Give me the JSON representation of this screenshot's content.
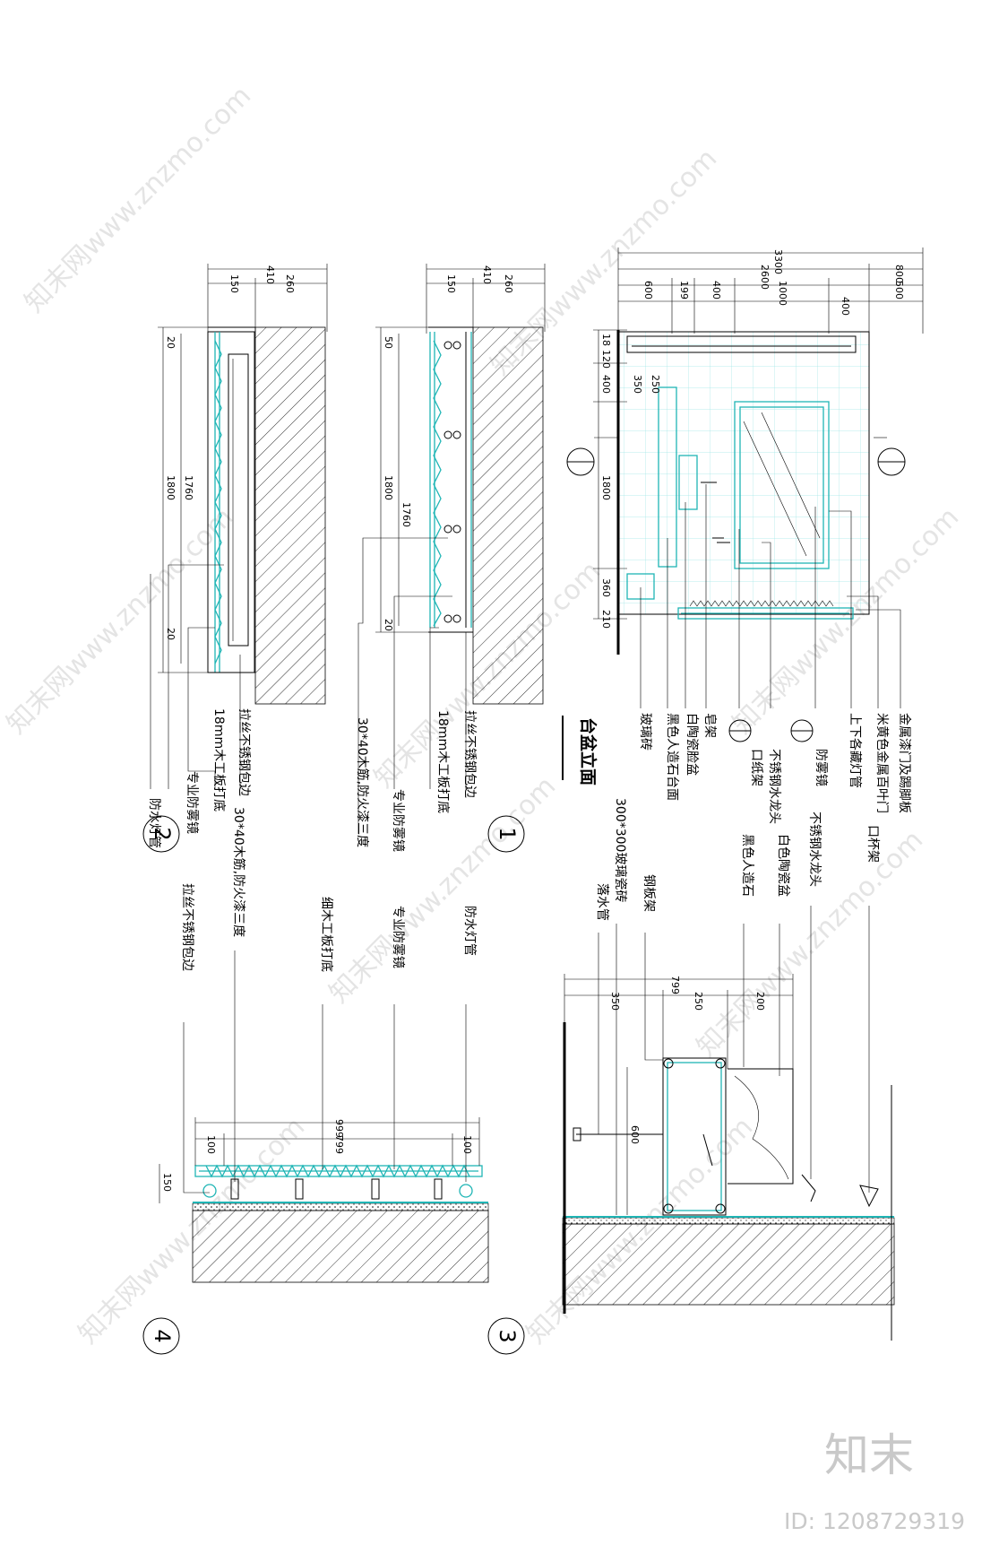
{
  "drawing_title": "台盆立面",
  "detail_numbers": [
    "1",
    "2",
    "3",
    "4"
  ],
  "detail1": {
    "dims_top": [
      "410",
      "150",
      "260"
    ],
    "dims_side": [
      "50",
      "1800",
      "1760",
      "20"
    ],
    "labels": [
      "拉丝不锈钢包边",
      "18mm木工板打底",
      "专业防雾镜",
      "30*40木筋,防火漆三度"
    ]
  },
  "detail2": {
    "dims_top": [
      "410",
      "150",
      "260"
    ],
    "dims_side": [
      "20",
      "1800",
      "1760",
      "20"
    ],
    "labels": [
      "拉丝不锈钢包边",
      "18mm木工板打底",
      "专业防雾镜",
      "防水灯管"
    ]
  },
  "elevation": {
    "dims_top": [
      "3300",
      "2600",
      "800",
      "600",
      "199",
      "400",
      "1000",
      "500",
      "400"
    ],
    "dims_side": [
      "18",
      "120",
      "400",
      "350",
      "250",
      "1800",
      "360",
      "210"
    ],
    "labels": [
      "金属漆门及踢脚板",
      "米黄色金属百叶门",
      "上下各藏灯管",
      "防雾镜",
      "不锈钢水龙头",
      "口纸架",
      "皂架",
      "白陶瓷脸盆",
      "黑色人造石台面",
      "玻璃砖"
    ]
  },
  "detail3": {
    "dims_top": [
      "799",
      "350",
      "250",
      "200"
    ],
    "dims_side": [
      "600"
    ],
    "labels": [
      "口杯架",
      "不锈钢水龙头",
      "白色陶瓷盆",
      "黑色人造石",
      "钢板架",
      "300*300玻璃瓷砖",
      "落水管"
    ]
  },
  "detail4": {
    "dims_top": [
      "999",
      "100",
      "799",
      "100"
    ],
    "dims_side": [
      "150"
    ],
    "labels": [
      "防水灯管",
      "专业防雾镜",
      "细木工板打底",
      "30*40木筋,防火漆三度",
      "拉丝不锈钢包边"
    ]
  },
  "watermark": "知末网www.znzmo.com",
  "brand": "知末",
  "id_label": "ID: 1208729319"
}
